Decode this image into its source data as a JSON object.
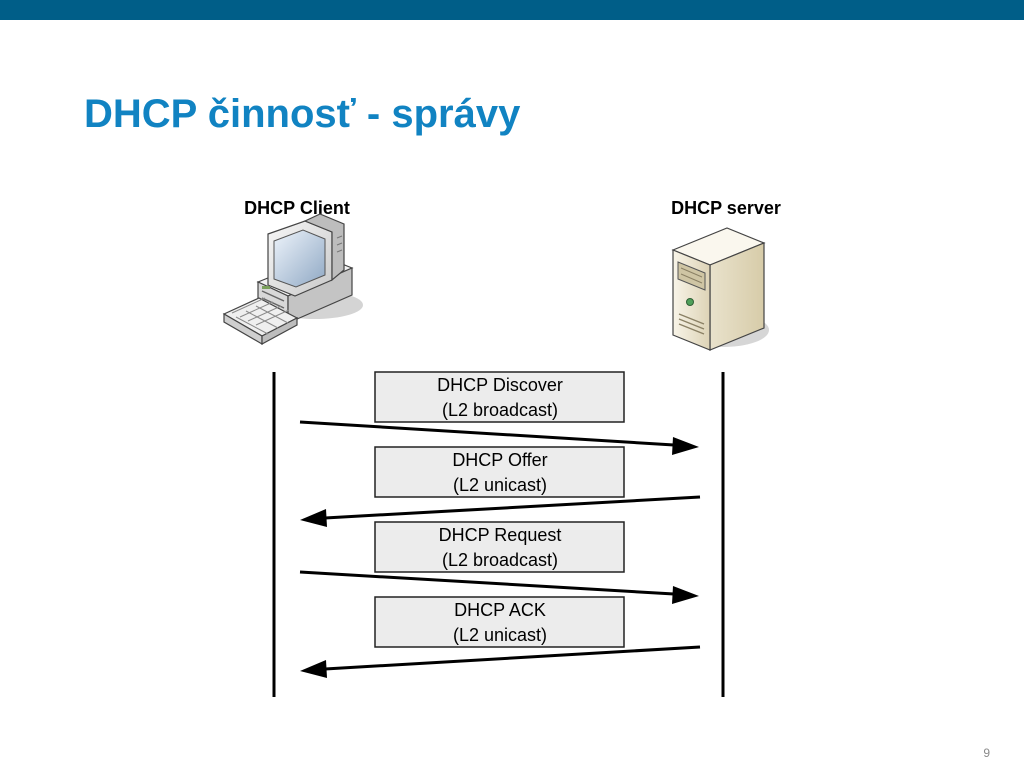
{
  "slide": {
    "title": "DHCP činnosť - správy",
    "page_number": "9"
  },
  "colors": {
    "top_bar": "#005e88",
    "title": "#1183c2",
    "message_box_fill": "#ececec",
    "message_box_border": "#222222",
    "line": "#000000"
  },
  "actors": {
    "client": {
      "label": "DHCP Client",
      "icon": "desktop-computer-icon"
    },
    "server": {
      "label": "DHCP server",
      "icon": "tower-server-icon"
    }
  },
  "messages": [
    {
      "name": "DHCP Discover",
      "delivery": "(L2 broadcast)",
      "direction": "client-to-server"
    },
    {
      "name": "DHCP Offer",
      "delivery": "(L2 unicast)",
      "direction": "server-to-client"
    },
    {
      "name": "DHCP Request",
      "delivery": "(L2 broadcast)",
      "direction": "client-to-server"
    },
    {
      "name": "DHCP ACK",
      "delivery": "(L2 unicast)",
      "direction": "server-to-client"
    }
  ]
}
